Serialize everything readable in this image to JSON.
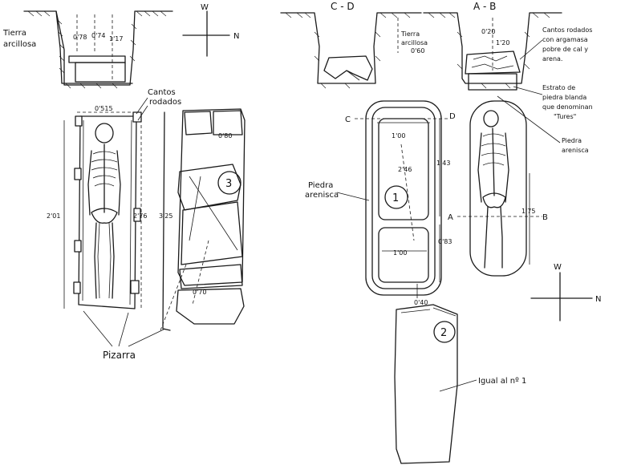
{
  "sections": {
    "cd": "C - D",
    "ab": "A - B"
  },
  "compass": {
    "w": "W",
    "n": "N"
  },
  "left_profile": {
    "soil": [
      "Tierra",
      "arcillosa"
    ],
    "d1": "0'78",
    "d2": "0'74",
    "d3": "1'17"
  },
  "left_plan": {
    "cantos": [
      "Cantos",
      "rodados"
    ],
    "width": "0'515",
    "len1": "2'01",
    "len2": "2'76",
    "len3": "3'25",
    "cover_w": "0'80",
    "foot_w": "0'70",
    "stone3": "3",
    "pizarra": "Pizarra"
  },
  "right_profile": {
    "soil_cd": [
      "Tierra",
      "arcillosa"
    ],
    "d_cd": "0'60",
    "d_ab": "0'20",
    "d_ab2": "1'20",
    "cantos_note": [
      "Cantos rodados",
      "con argamasa",
      "pobre de cal y",
      "arena."
    ],
    "estrato_note": [
      "Estrato de",
      "piedra blanda",
      "que denominan",
      "\"Tures\""
    ],
    "arenisca_note": [
      "Piedra",
      "arenisca"
    ]
  },
  "right_plan": {
    "c": "C",
    "d": "D",
    "a": "A",
    "b": "B",
    "w1": "1'00",
    "len": "2'46",
    "len2": "1'43",
    "w2": "1'00",
    "w3": "0'83",
    "gap": "0'40",
    "stone1": "1",
    "arenisca": [
      "Piedra",
      "arenisca"
    ],
    "skel_len": "1'75"
  },
  "stone2": {
    "num": "2",
    "note": "Igual al nº 1"
  }
}
